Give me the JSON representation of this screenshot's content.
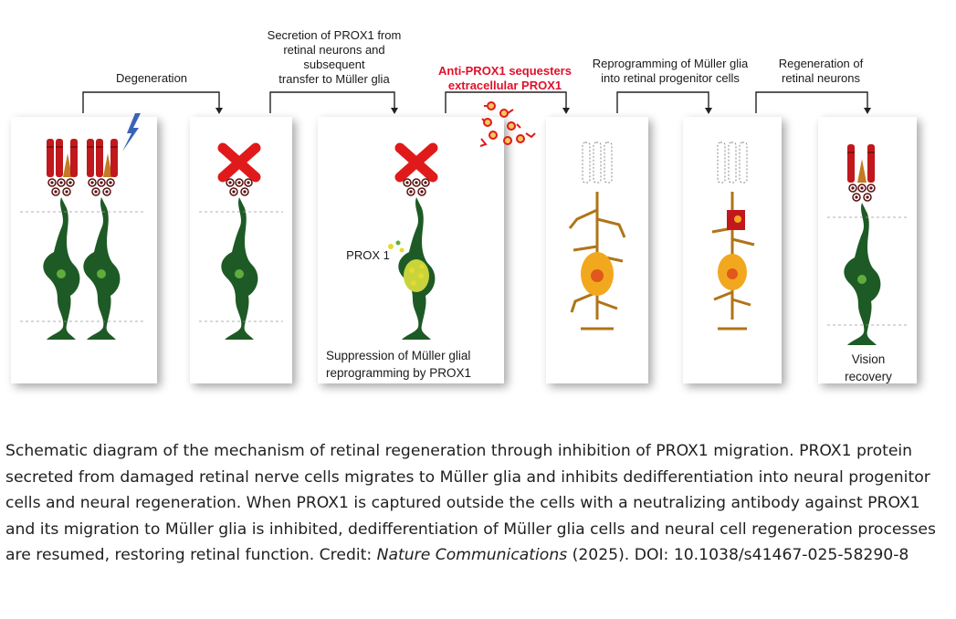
{
  "labels": {
    "degeneration": "Degeneration",
    "secretion": "Secretion of PROX1 from\nretinal neurons and\nsubsequent\ntransfer to Müller glia",
    "anti_prox1": "Anti-PROX1 sequesters\nextracellular PROX1",
    "reprogramming": "Reprogramming of Müller glia\ninto retinal progenitor cells",
    "regeneration": "Regeneration of\nretinal neurons",
    "prox1_tag": "PROX 1",
    "suppression": "Suppression of Müller glial\nreprogramming by PROX1",
    "vision_recovery": "Vision\nrecovery"
  },
  "caption": {
    "text_main": "Schematic diagram of the mechanism of retinal regeneration through inhibition of PROX1 migration. PROX1 protein secreted from damaged retinal nerve cells migrates to Müller glia and inhibits dedifferentiation into neural progenitor cells and neural regeneration. When PROX1 is captured outside the cells with a neutralizing antibody against PROX1 and its migration to Müller glia is inhibited, dedifferentiation of Müller glia cells and neural cell regeneration processes are resumed, restoring retinal function. Credit: ",
    "journal": "Nature Communications",
    "text_tail": " (2025). DOI: 10.1038/s41467-025-58290-8"
  },
  "colors": {
    "photoreceptor_red": "#c0181c",
    "glia_green": "#1e5a25",
    "nucleus_green": "#5fae3c",
    "progenitor_orange": "#f2a81e",
    "prox1_yellow": "#e8d833",
    "label_red": "#e0102a",
    "lightning_blue": "#3a63b8"
  }
}
